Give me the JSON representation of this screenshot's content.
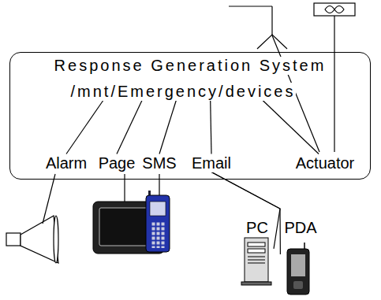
{
  "diagram": {
    "nodes": [
      {
        "text": [
          "Response Generation System"
        ]
      },
      {
        "text": [
          "/mnt/Emergency/devices"
        ],
        "in": 0
      },
      {
        "text": [
          "Alarm"
        ],
        "in": 0
      },
      {
        "text": [
          "Page"
        ],
        "in": 0
      },
      {
        "text": [
          "SMS"
        ],
        "in": 0
      },
      {
        "text": [
          "Email"
        ],
        "in": 0
      },
      {
        "text": [
          "Actuator"
        ],
        "in": 0
      },
      {
        "text": [
          "PC"
        ]
      },
      {
        "text": [
          "PDA"
        ]
      }
    ],
    "edges": [
      {
        "from": 1,
        "to": 2,
        "arrow": "none"
      },
      {
        "from": 1,
        "to": 3,
        "arrow": "none"
      },
      {
        "from": 1,
        "to": 4,
        "arrow": "none"
      },
      {
        "from": 1,
        "to": 5,
        "arrow": "none"
      },
      {
        "from": 1,
        "to": 6,
        "arrow": "none"
      },
      {
        "from": 5,
        "to": 7,
        "arrow": "none"
      },
      {
        "from": 5,
        "to": 8,
        "arrow": "none"
      }
    ]
  }
}
